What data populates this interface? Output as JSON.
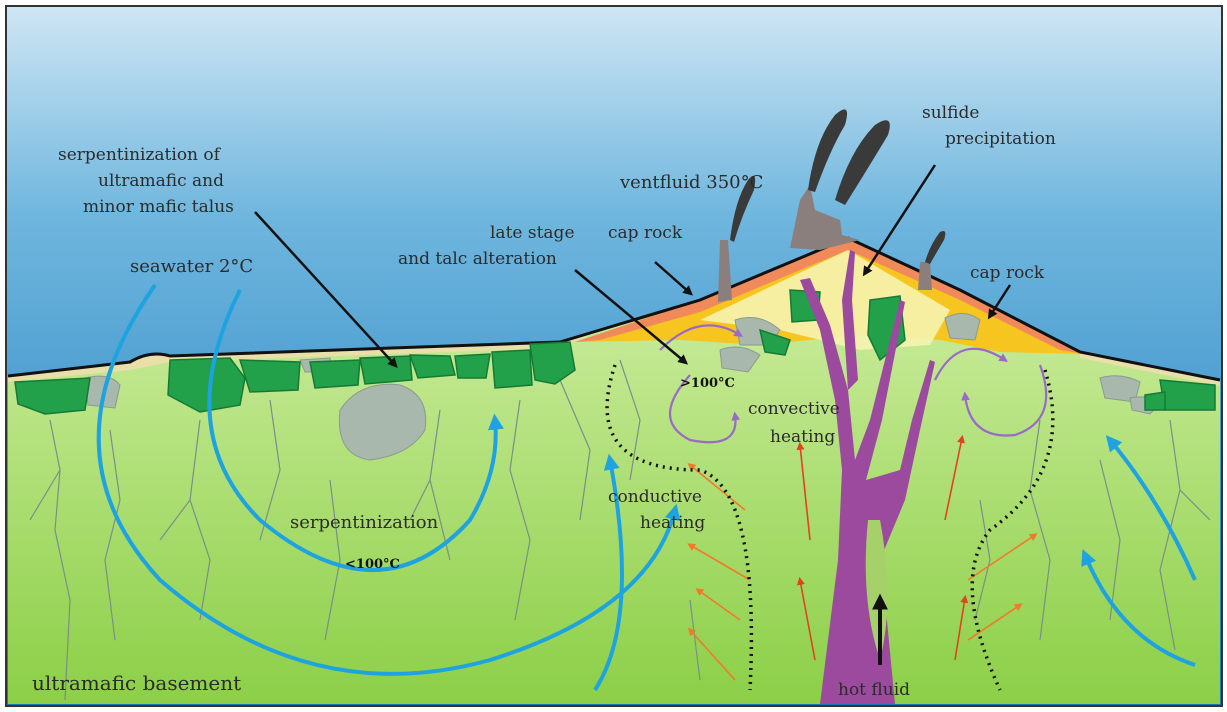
{
  "labels": {
    "serpentinization_of": "serpentinization of",
    "ultramafic_and": "ultramafic and",
    "minor_mafic_talus": "minor mafic talus",
    "seawater": "seawater 2°C",
    "ventfluid": "ventfluid 350°C",
    "sulfide_1": "sulfide",
    "sulfide_2": "precipitation",
    "late_stage_1": "late stage",
    "late_stage_2": "and talc alteration",
    "cap_rock_left": "cap rock",
    "cap_rock_right": "cap rock",
    "gt100": ">100°C",
    "convective_1": "convective",
    "convective_2": "heating",
    "conductive_1": "conductive",
    "conductive_2": "heating",
    "serpentinization": "serpentinization",
    "lt100": "<100°C",
    "basement": "ultramafic basement",
    "hot_fluid": "hot fluid"
  },
  "colors": {
    "sea_top": "#cfe6f3",
    "sea_bottom": "#1a7fc1",
    "basement_top": "#c9ec9a",
    "basement_bottom": "#8fd24a",
    "talus_green": "#22a04a",
    "boulder_grey": "#a9b8ad",
    "cap_rock": "#f08a5a",
    "mound_yellow": "#f7c51f",
    "mound_pale": "#f5f3b0",
    "conduit_purple": "#9b4a9e",
    "seawater_arrow": "#1fa3e0",
    "heat_arrow": "#f07a2a",
    "convection_arrow": "#9a6ac8",
    "smoke": "#3a3a3a",
    "chimney": "#8a7f7c"
  }
}
